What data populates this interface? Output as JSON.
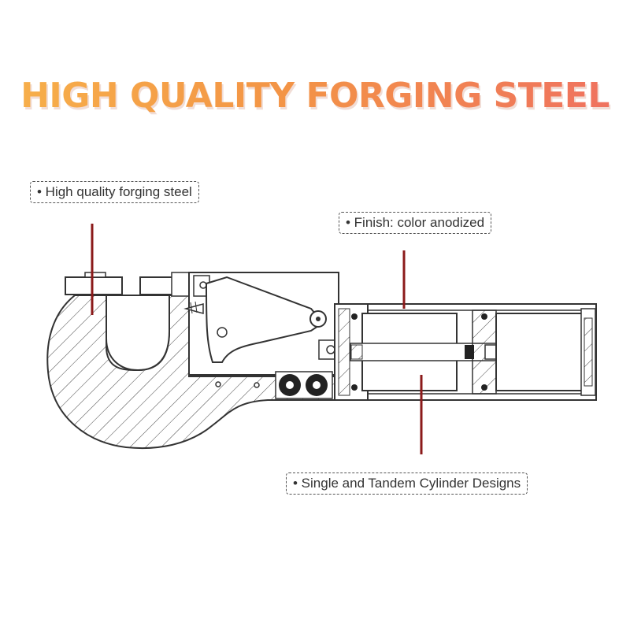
{
  "headline": "HIGH QUALITY FORGING STEEL",
  "callouts": {
    "forging": "• High quality forging steel",
    "finish": "• Finish: color anodized",
    "cylinder": "• Single and Tandem Cylinder Designs"
  },
  "colors": {
    "headline_start": "#f7b04a",
    "headline_end": "#ef7060",
    "leader_line": "#8b1a1a",
    "outline": "#333333"
  }
}
